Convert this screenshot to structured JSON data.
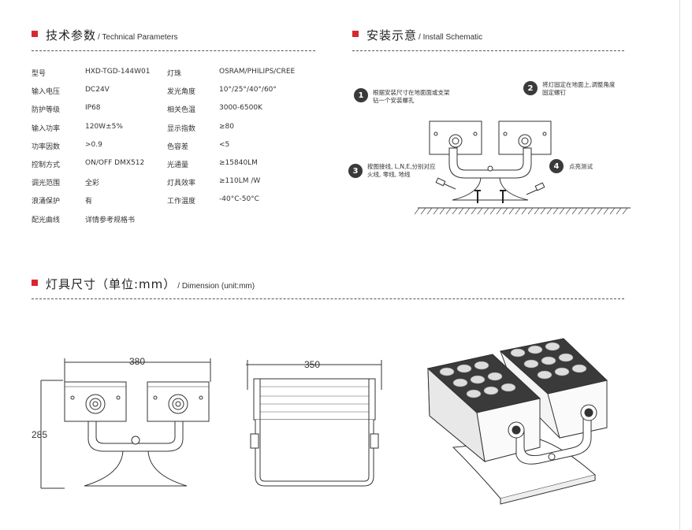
{
  "colors": {
    "accent": "#d7282f"
  },
  "tech": {
    "title_cn": "技术参数",
    "title_en": "/ Technical Parameters",
    "rows": [
      {
        "k1": "型号",
        "v1": "HXD-TGD-144W01",
        "k2": "灯珠",
        "v2": "OSRAM/PHILIPS/CREE"
      },
      {
        "k1": "输入电压",
        "v1": "DC24V",
        "k2": "发光角度",
        "v2": "10°/25°/40°/60°"
      },
      {
        "k1": "防护等级",
        "v1": "IP68",
        "k2": "相关色温",
        "v2": "3000-6500K"
      },
      {
        "k1": "输入功率",
        "v1": "120W±5%",
        "k2": "显示指数",
        "v2": "≥80"
      },
      {
        "k1": "功率因数",
        "v1": ">0.9",
        "k2": "色容差",
        "v2": "<5"
      },
      {
        "k1": "控制方式",
        "v1": "ON/OFF  DMX512",
        "k2": "光通量",
        "v2": "≥15840LM"
      },
      {
        "k1": "调光范围",
        "v1": "全彩",
        "k2": "灯具效率",
        "v2": "≥110LM /W"
      },
      {
        "k1": "浪涌保护",
        "v1": "有",
        "k2": "工作温度",
        "v2": "-40°C-50°C"
      },
      {
        "k1": "配光曲线",
        "v1": "详情参考规格书",
        "k2": "",
        "v2": ""
      }
    ]
  },
  "install": {
    "title_cn": "安装示意",
    "title_en": "/ Install Schematic",
    "steps": [
      {
        "num": "1",
        "text": "根据安装尺寸在地面面或支架\n钻一个安装螺孔"
      },
      {
        "num": "2",
        "text": "将灯固定在地面上,调整角度\n固定螺钉"
      },
      {
        "num": "3",
        "text": "按图接线, L,N,E,分别对应\n火线, 零线, 地线"
      },
      {
        "num": "4",
        "text": "点亮测试"
      }
    ]
  },
  "dimension": {
    "title_cn": "灯具尺寸（单位:mm）",
    "title_en": "/ Dimension (unit:mm)",
    "width_label": "380",
    "height_label": "285",
    "side_label": "350"
  }
}
